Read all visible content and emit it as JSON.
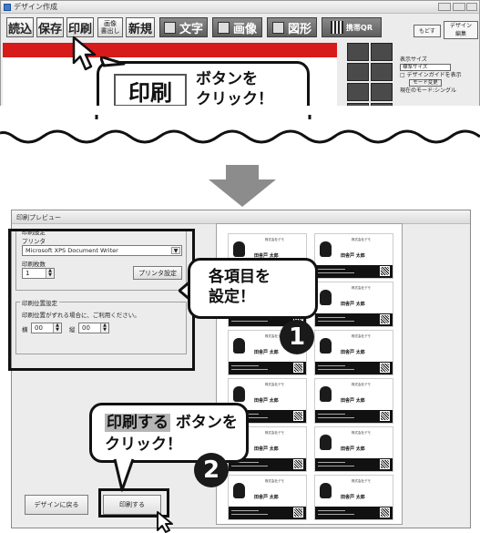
{
  "top_window": {
    "title": "デザイン作成",
    "toolbar": {
      "open": "読込",
      "save": "保存",
      "print": "印刷",
      "image_export": "画像\n書出し",
      "new": "新規",
      "text": "文字",
      "image": "画像",
      "shape": "図形",
      "mobile_qr": "携帯QR",
      "back": "もどす",
      "design_edit": "デザイン\n編集"
    },
    "view_options": {
      "size_label": "表示サイズ",
      "size_value": "標準サイズ",
      "guide_checkbox": "デザインガイドを表示",
      "mode_change": "モード変更",
      "mode_status": "現在のモード:シングル"
    }
  },
  "callout_top": {
    "label": "印刷",
    "text_line1": "ボタンを",
    "text_line2": "クリック！"
  },
  "preview_window": {
    "title": "印刷プレビュー",
    "print_settings": {
      "group_label": "印刷設定",
      "printer_label": "プリンタ",
      "printer_value": "Microsoft XPS Document Writer",
      "copies_label": "印刷枚数",
      "copies_value": "1",
      "printer_setup_button": "プリンタ設定"
    },
    "position_settings": {
      "group_label": "印刷位置設定",
      "hint": "印刷位置がずれる場合に、ご利用ください。",
      "horizontal_label": "横",
      "horizontal_value": "00",
      "vertical_label": "縦",
      "vertical_value": "00"
    },
    "back_button": "デザインに戻る",
    "print_button": "印刷する"
  },
  "card": {
    "company": "株式会社デモ",
    "name": "田舎戸 太郎"
  },
  "callout_settings": {
    "line1": "各項目を",
    "line2": "設定！",
    "step": "1"
  },
  "callout_print": {
    "highlight": "印刷する",
    "line1_rest": "ボタンを",
    "line2": "クリック！",
    "step": "2"
  }
}
